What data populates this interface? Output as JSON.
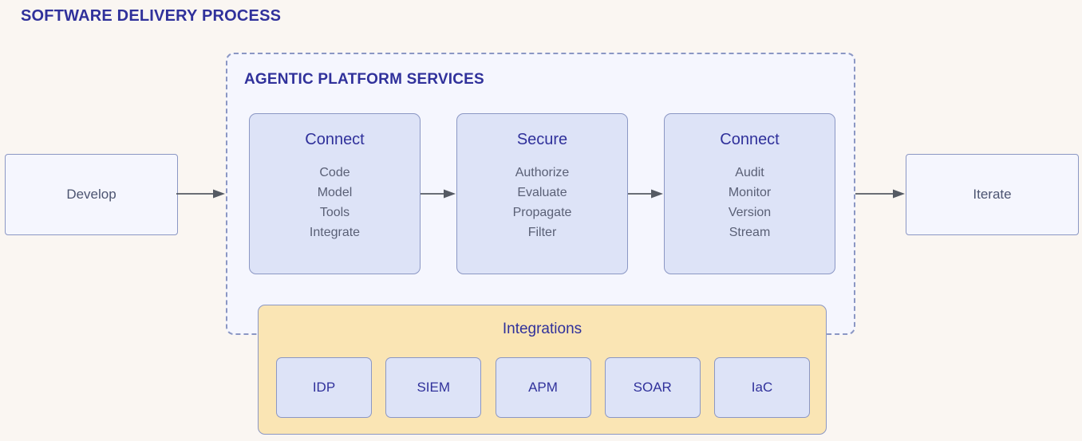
{
  "page": {
    "title": "SOFTWARE DELIVERY PROCESS",
    "background_color": "#faf6f2",
    "accent_color": "#30319b"
  },
  "flow": {
    "start_stage": {
      "label": "Develop"
    },
    "end_stage": {
      "label": "Iterate"
    },
    "arrows": [
      {
        "name": "develop-to-platform"
      },
      {
        "name": "connect-to-secure"
      },
      {
        "name": "secure-to-connect"
      },
      {
        "name": "platform-to-iterate"
      }
    ]
  },
  "platform": {
    "title": "AGENTIC PLATFORM SERVICES",
    "panel_fill": "#f5f6fe",
    "panel_border": "#8b97c4",
    "services": [
      {
        "title": "Connect",
        "items": [
          "Code",
          "Model",
          "Tools",
          "Integrate"
        ]
      },
      {
        "title": "Secure",
        "items": [
          "Authorize",
          "Evaluate",
          "Propagate",
          "Filter"
        ]
      },
      {
        "title": "Connect",
        "items": [
          "Audit",
          "Monitor",
          "Version",
          "Stream"
        ]
      }
    ]
  },
  "integrations": {
    "title": "Integrations",
    "fill": "#fae5b4",
    "chips": [
      "IDP",
      "SIEM",
      "APM",
      "SOAR",
      "IaC"
    ]
  }
}
